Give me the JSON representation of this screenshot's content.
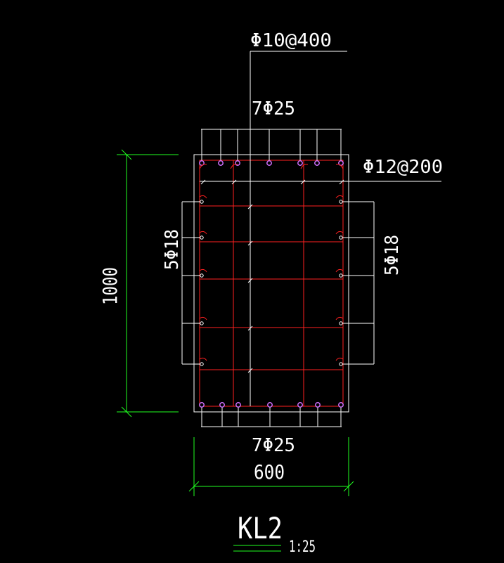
{
  "labels": {
    "stirrup_spacing": "Φ10@400",
    "top_bars": "7Φ25",
    "tie_bars": "Φ12@200",
    "left_side_bars": "5Φ18",
    "right_side_bars": "5Φ18",
    "bottom_bars": "7Φ25",
    "width_dim": "600",
    "height_dim": "1000",
    "beam_id": "KL2",
    "scale": "1:25"
  },
  "colors": {
    "background": "#000000",
    "outline": "#ffffff",
    "rebar": "#ff2020",
    "dimension": "#20ff20",
    "main_bar": "#d070ff"
  },
  "section": {
    "width_mm": 600,
    "height_mm": 1000,
    "top_bar_count": 7,
    "bottom_bar_count": 7,
    "side_bar_count_each": 5
  }
}
